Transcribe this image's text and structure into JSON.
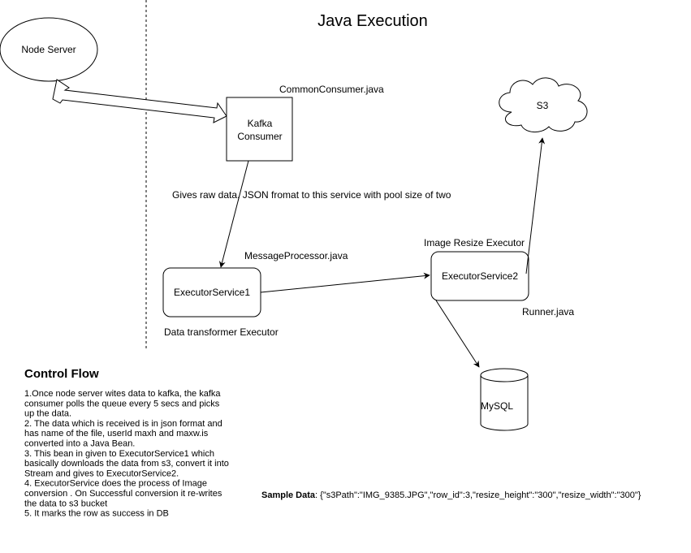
{
  "title": "Java Execution",
  "nodes": {
    "node_server": "Node Server",
    "kafka_line1": "Kafka",
    "kafka_line2": "Consumer",
    "common_consumer_label": "CommonConsumer.java",
    "s3": "S3",
    "executor1": "ExecutorService1",
    "executor2": "ExecutorService2",
    "message_processor_label": "MessageProcessor.java",
    "image_resize_label": "Image Resize Executor",
    "data_transformer_label": "Data transformer Executor",
    "runner_label": "Runner.java",
    "mysql": "MySQL"
  },
  "edges": {
    "kafka_to_executor1_label": "Gives raw data, JSON fromat to this service with pool size of two"
  },
  "control_flow": {
    "heading": "Control Flow",
    "lines": [
      "1.Once node server wites data to kafka, the kafka",
      "consumer polls the queue every 5 secs and picks",
      "up the data.",
      "2. The data which is received is in json format and",
      "has name of the file, userId maxh and maxw.is",
      "converted into a Java Bean.",
      "3. This bean in given to ExecutorService1 which",
      "basically downloads the data from s3, convert it into",
      "Stream and gives to ExecutorService2.",
      "4. ExecutorService does the process of Image",
      "conversion . On Successful conversion it re-writes",
      "the data to s3 bucket",
      "5. It marks the row as success in DB"
    ]
  },
  "sample_data": {
    "label": "Sample Data",
    "value": ": {\"s3Path\":\"IMG_9385.JPG\",\"row_id\":3,\"resize_height\":\"300\",\"resize_width\":\"300\"}"
  }
}
